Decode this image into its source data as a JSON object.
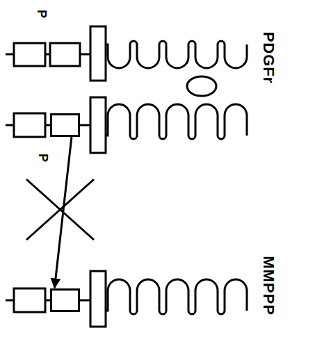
{
  "diagram": {
    "nodes": [
      {
        "text": [
          "PDGFr"
        ]
      },
      {
        "text": [
          "MMPPP"
        ]
      }
    ],
    "edges": [
      {
        "from": 0,
        "to": 1,
        "arrow": "to"
      }
    ],
    "labels": [
      "P",
      "P"
    ]
  }
}
